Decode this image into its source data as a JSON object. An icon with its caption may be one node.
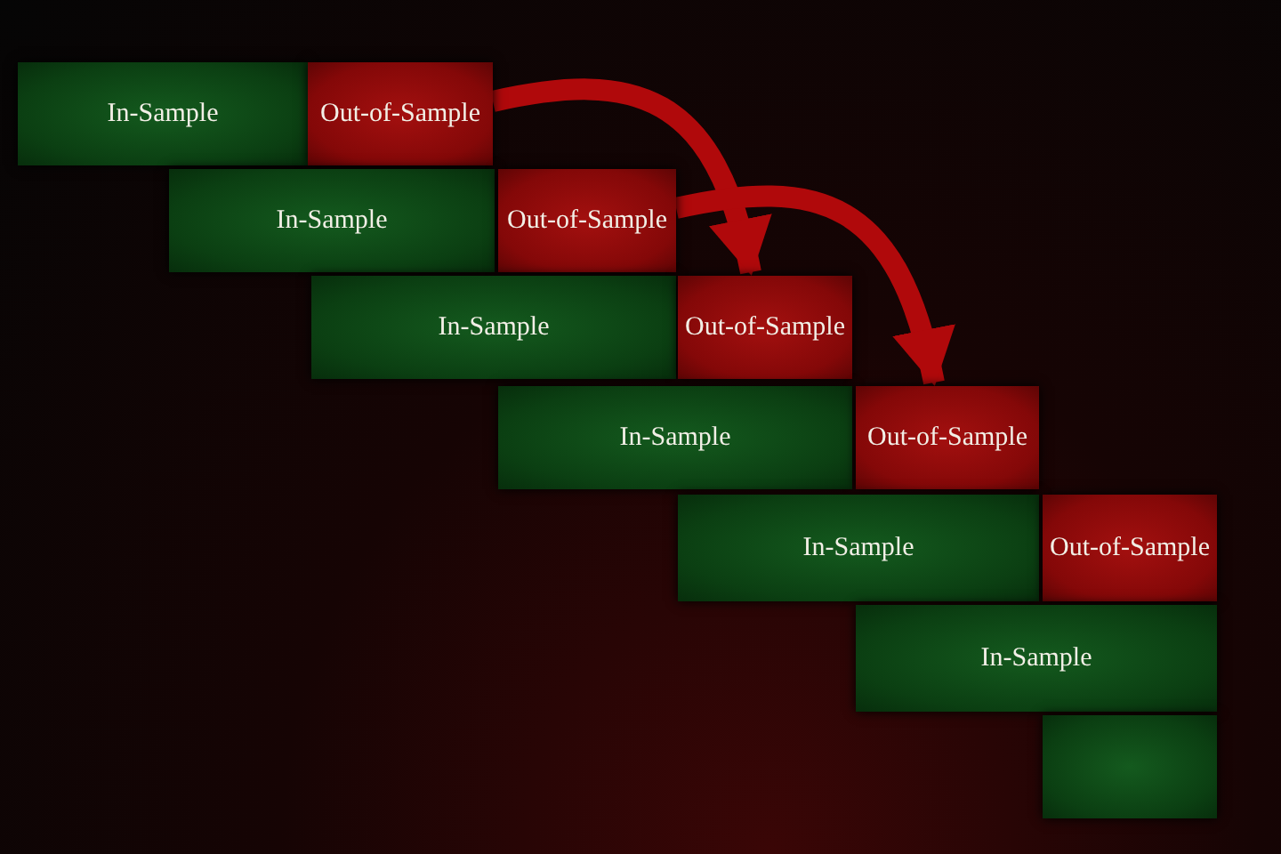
{
  "diagram": {
    "nodes": [
      {
        "text": [
          "In-Sample"
        ]
      },
      {
        "text": [
          "Out-of-Sample"
        ]
      },
      {
        "text": [
          "In-Sample"
        ]
      },
      {
        "text": [
          "Out-of-Sample"
        ]
      },
      {
        "text": [
          "In-Sample"
        ]
      },
      {
        "text": [
          "Out-of-Sample"
        ]
      },
      {
        "text": [
          "In-Sample"
        ]
      },
      {
        "text": [
          "Out-of-Sample"
        ]
      },
      {
        "text": [
          "In-Sample"
        ]
      },
      {
        "text": [
          "Out-of-Sample"
        ]
      },
      {
        "text": [
          "In-Sample"
        ]
      },
      {
        "text": [],
        "shape": "box"
      }
    ],
    "edges": [
      {
        "from": 1,
        "to": 5,
        "arrow": "to"
      },
      {
        "from": 3,
        "to": 7,
        "arrow": "to"
      }
    ]
  }
}
